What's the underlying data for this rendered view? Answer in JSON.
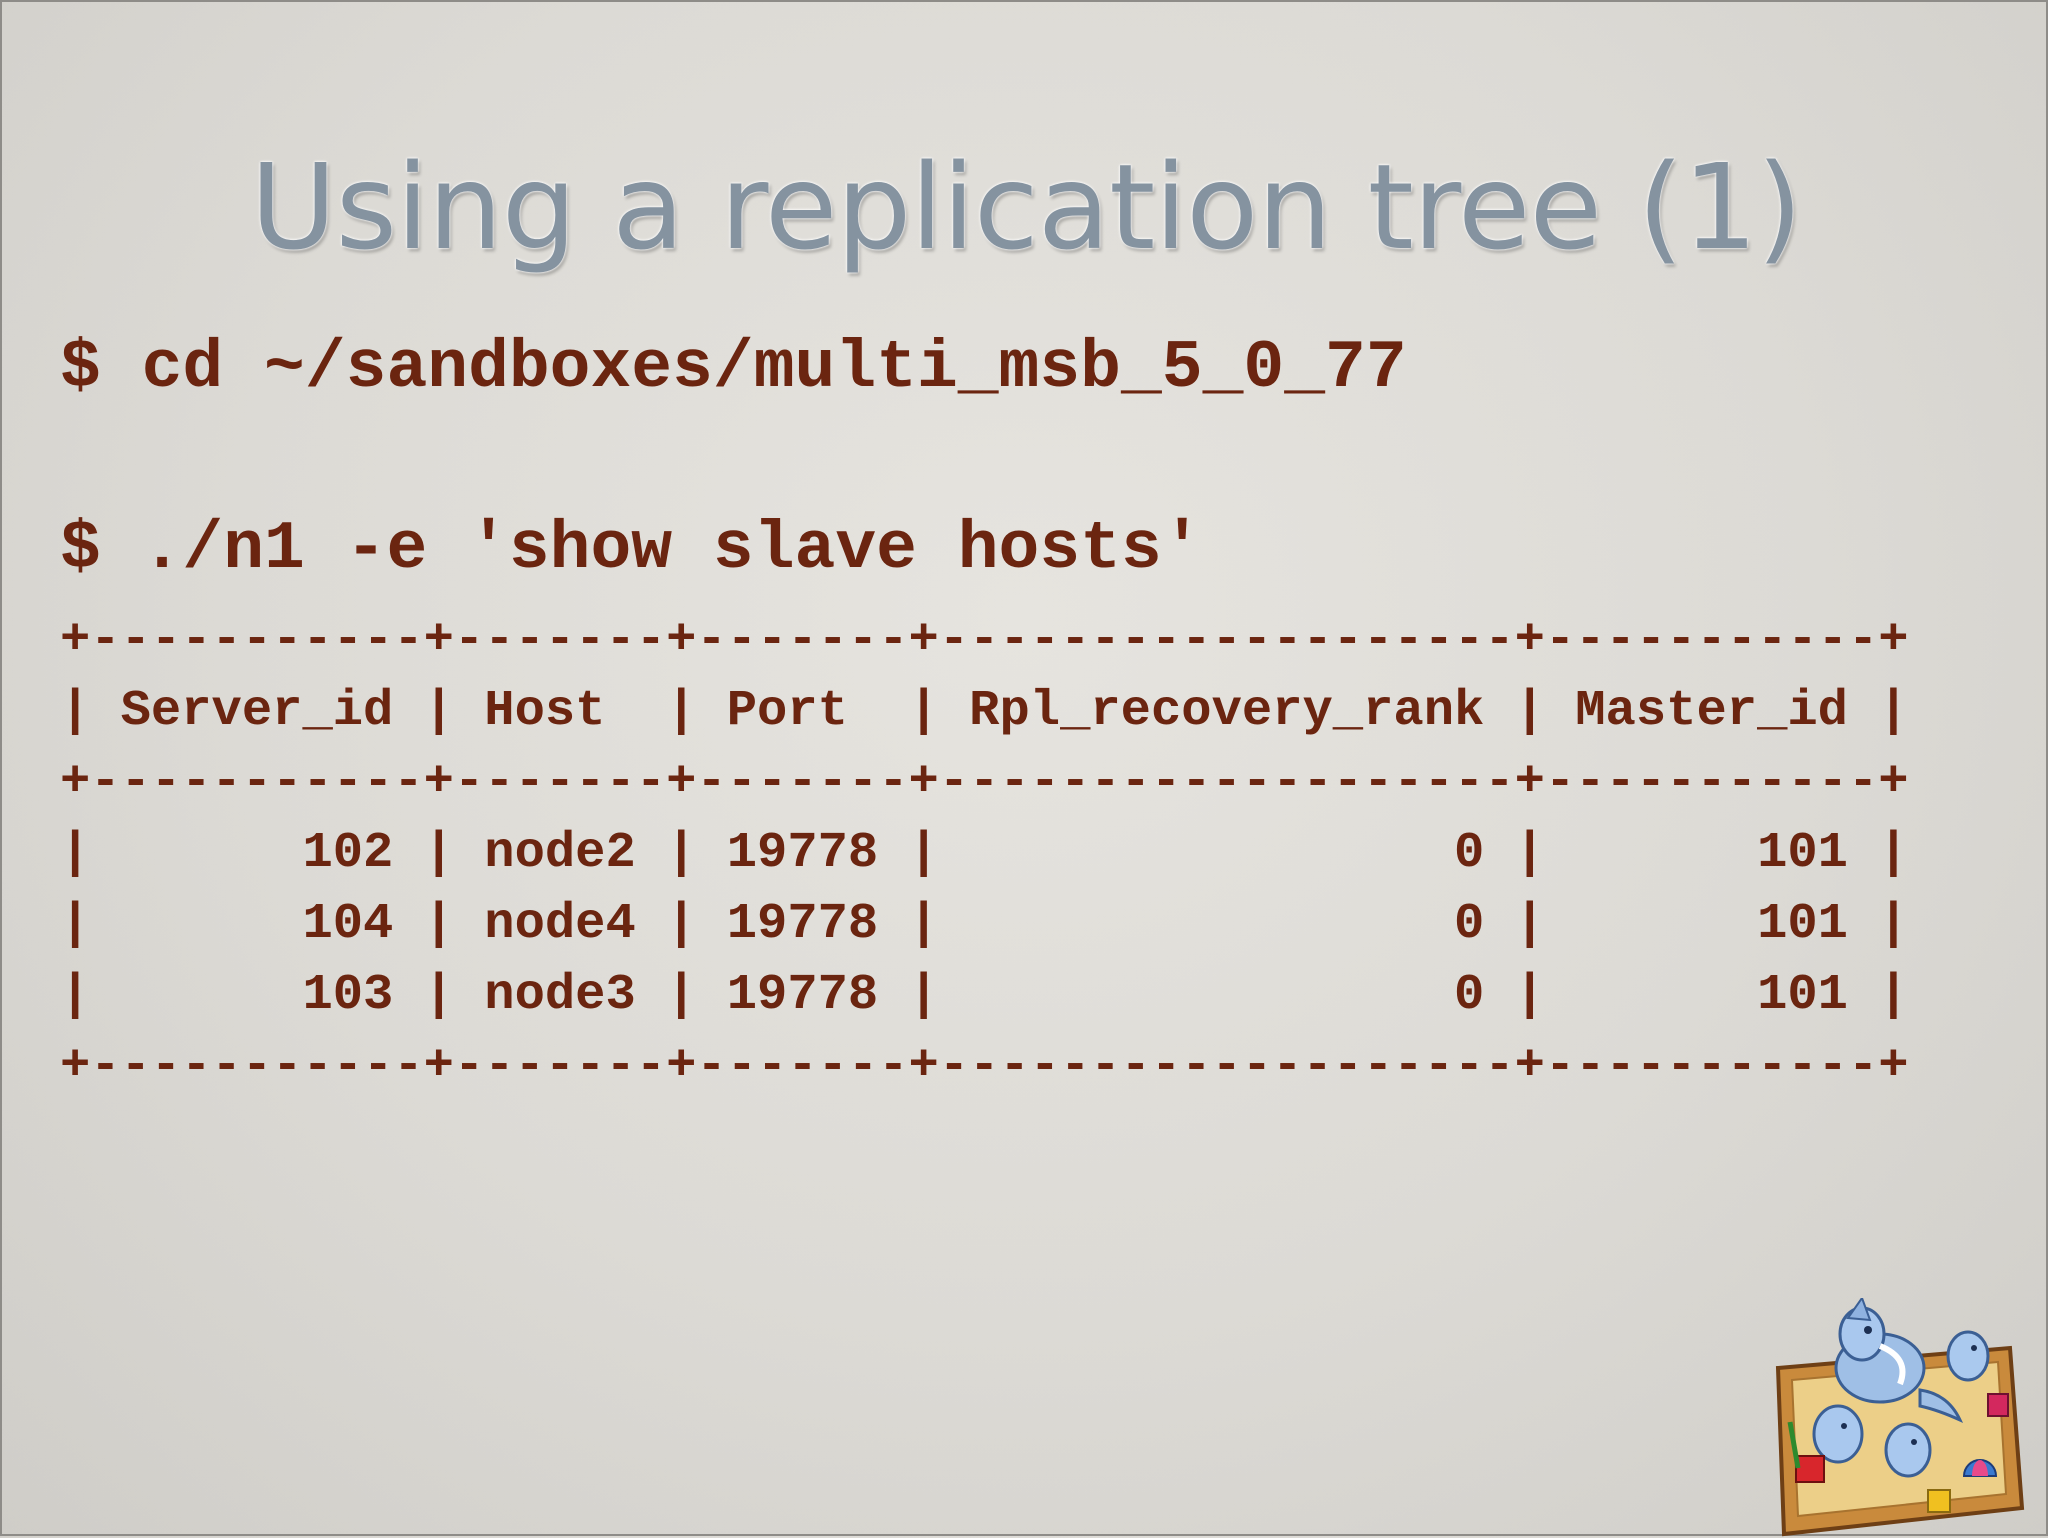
{
  "slide": {
    "title": "Using a replication tree (1)"
  },
  "commands": {
    "cd": "$ cd ~/sandboxes/multi_msb_5_0_77",
    "query": "$ ./n1 -e 'show slave hosts'"
  },
  "result_table": {
    "columns": [
      "Server_id",
      "Host",
      "Port",
      "Rpl_recovery_rank",
      "Master_id"
    ],
    "rows": [
      [
        "102",
        "node2",
        "19778",
        "0",
        "101"
      ],
      [
        "104",
        "node4",
        "19778",
        "0",
        "101"
      ],
      [
        "103",
        "node3",
        "19778",
        "0",
        "101"
      ]
    ]
  },
  "colors": {
    "title": "#8593a0",
    "code_text": "#6b2510",
    "background": "#dcdad5"
  },
  "icons": {
    "mascot": "dolphins-sandbox-icon"
  }
}
